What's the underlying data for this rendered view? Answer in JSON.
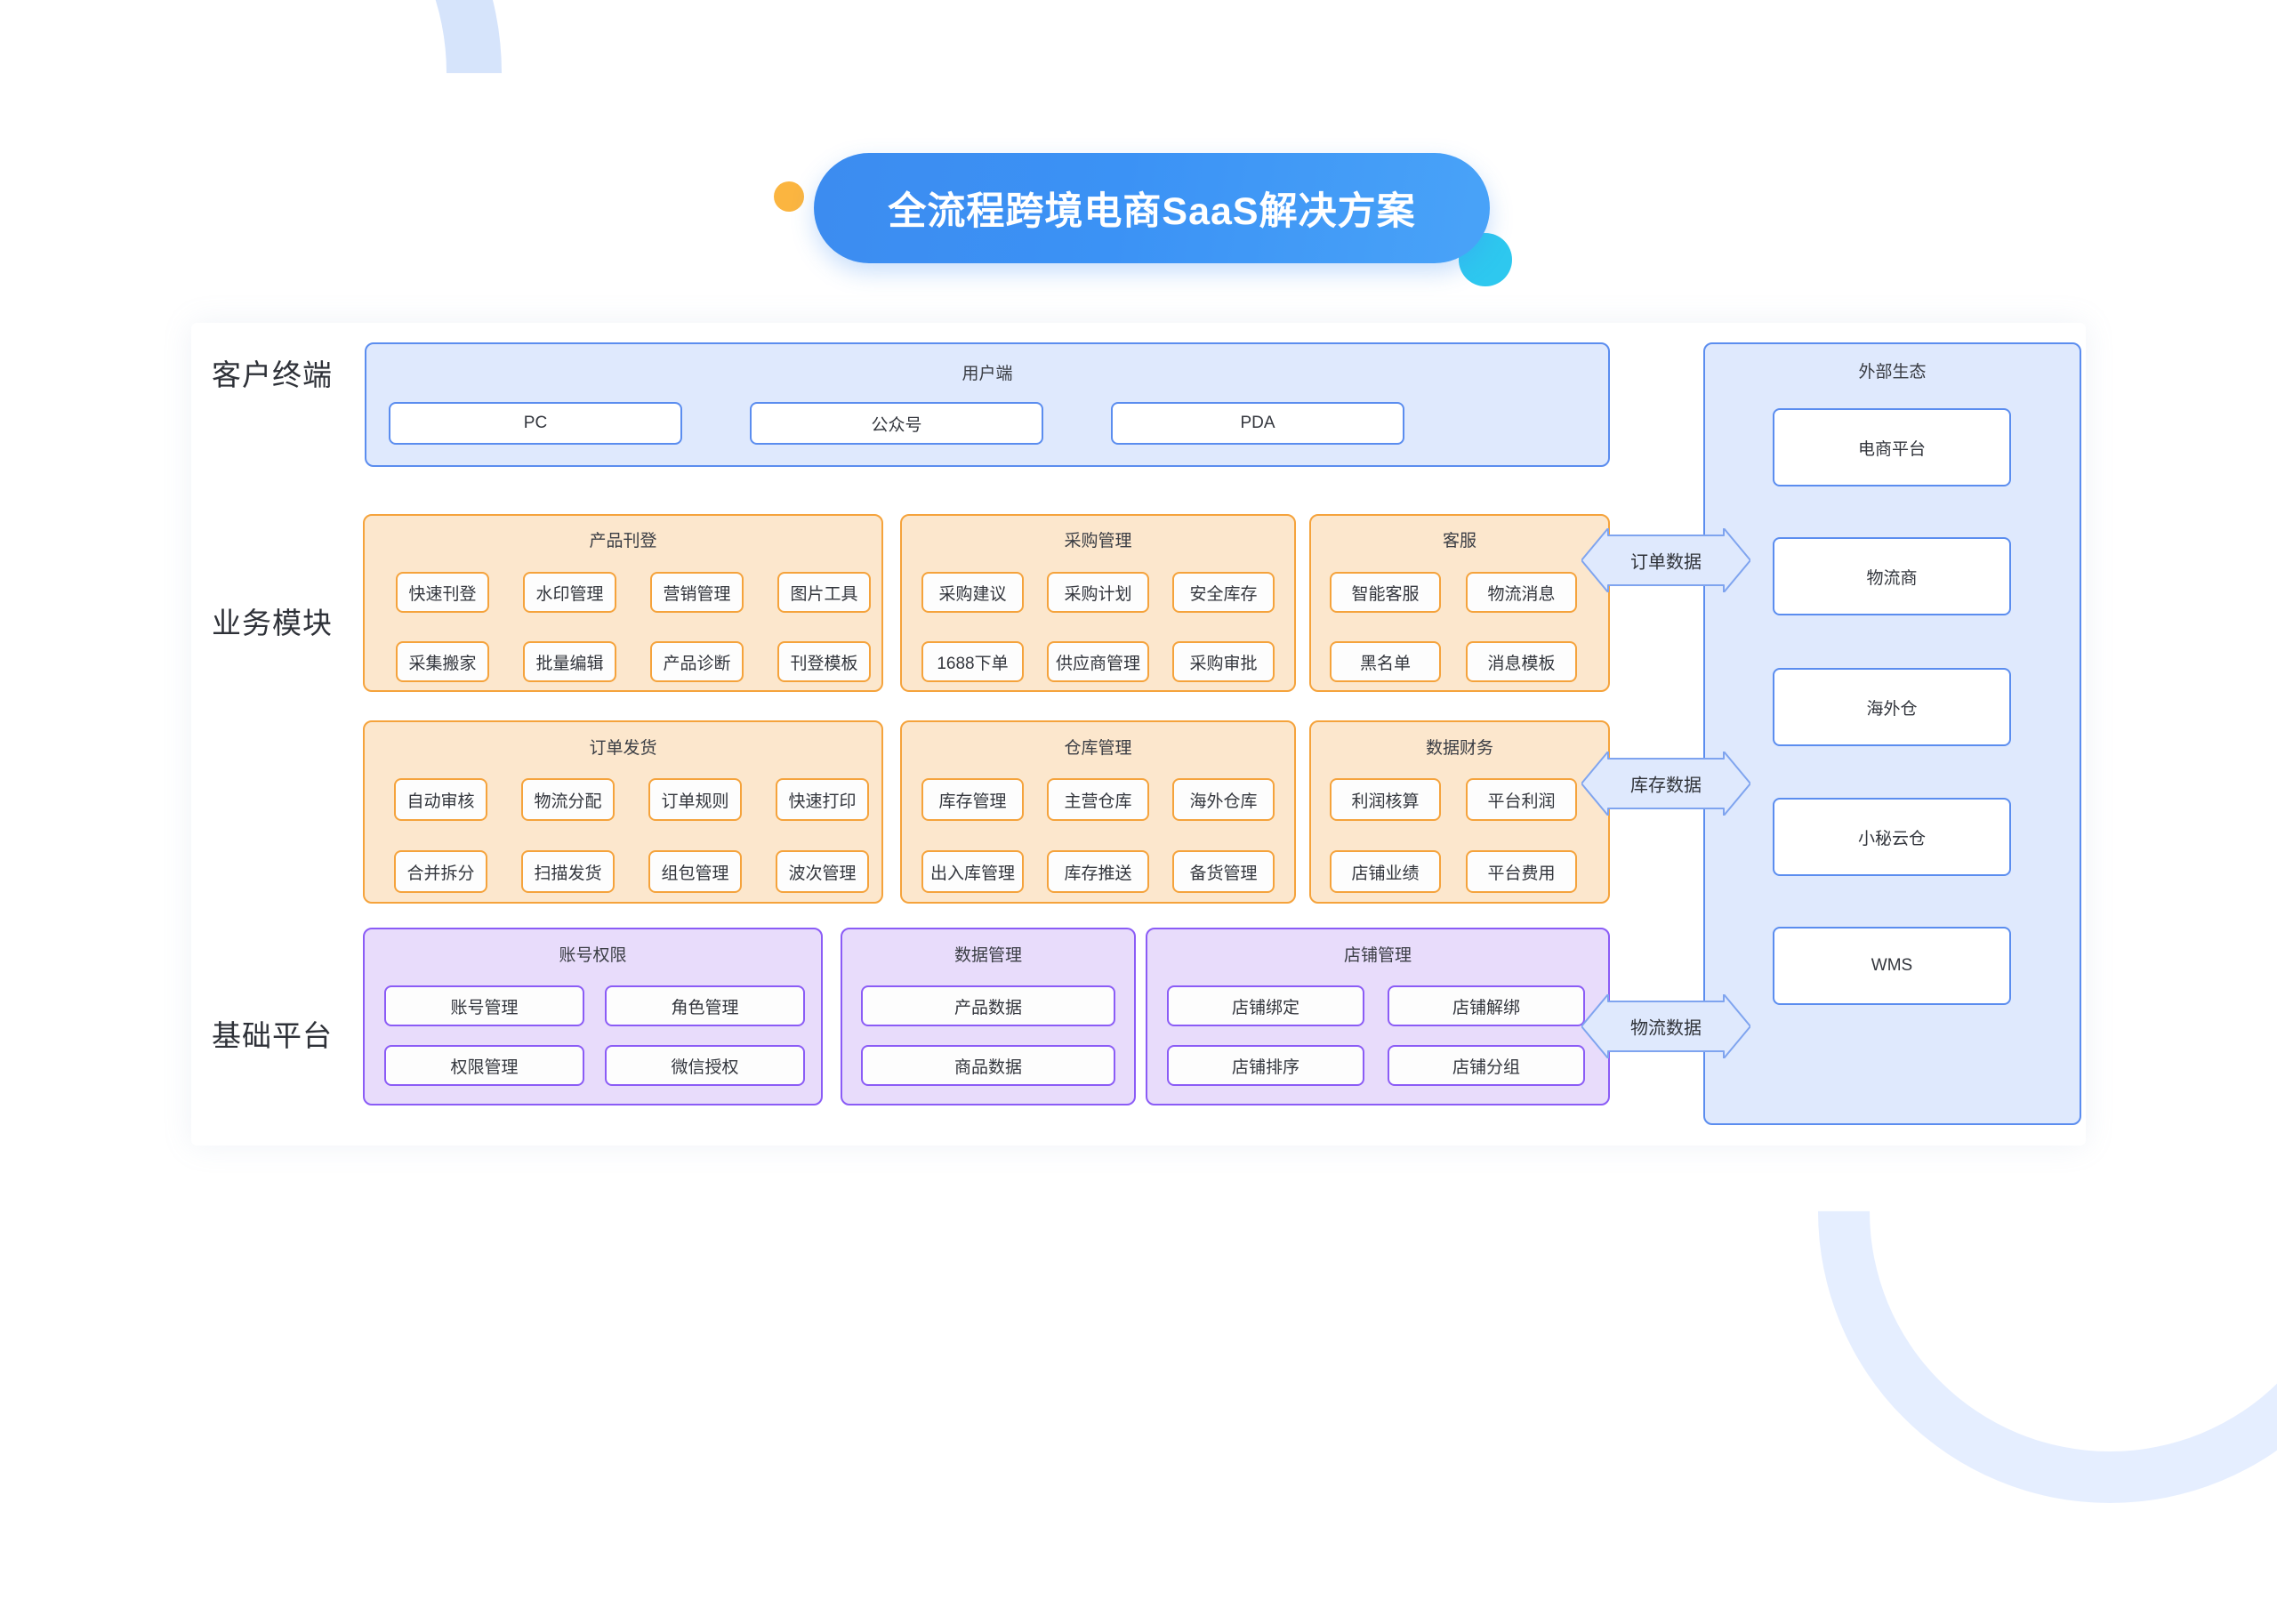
{
  "banner": {
    "title": "全流程跨境电商SaaS解决方案"
  },
  "rows": {
    "client_label": "客户终端",
    "business_label": "业务模块",
    "foundation_label": "基础平台"
  },
  "client_terminal": {
    "title": "用户端",
    "items": [
      "PC",
      "公众号",
      "PDA"
    ]
  },
  "external_ecosystem": {
    "title": "外部生态",
    "items": [
      "电商平台",
      "物流商",
      "海外仓",
      "小秘云仓",
      "WMS"
    ]
  },
  "business_modules": [
    {
      "title": "产品刊登",
      "items": [
        "快速刊登",
        "水印管理",
        "营销管理",
        "图片工具",
        "采集搬家",
        "批量编辑",
        "产品诊断",
        "刊登模板"
      ]
    },
    {
      "title": "采购管理",
      "items": [
        "采购建议",
        "采购计划",
        "安全库存",
        "1688下单",
        "供应商管理",
        "采购审批"
      ]
    },
    {
      "title": "客服",
      "items": [
        "智能客服",
        "物流消息",
        "黑名单",
        "消息模板"
      ]
    },
    {
      "title": "订单发货",
      "items": [
        "自动审核",
        "物流分配",
        "订单规则",
        "快速打印",
        "合并拆分",
        "扫描发货",
        "组包管理",
        "波次管理"
      ]
    },
    {
      "title": "仓库管理",
      "items": [
        "库存管理",
        "主营仓库",
        "海外仓库",
        "出入库管理",
        "库存推送",
        "备货管理"
      ]
    },
    {
      "title": "数据财务",
      "items": [
        "利润核算",
        "平台利润",
        "店铺业绩",
        "平台费用"
      ]
    }
  ],
  "foundation_modules": [
    {
      "title": "账号权限",
      "items": [
        "账号管理",
        "角色管理",
        "权限管理",
        "微信授权"
      ]
    },
    {
      "title": "数据管理",
      "items": [
        "产品数据",
        "商品数据"
      ]
    },
    {
      "title": "店铺管理",
      "items": [
        "店铺绑定",
        "店铺解绑",
        "店铺排序",
        "店铺分组"
      ]
    }
  ],
  "connectors": [
    {
      "label": "订单数据"
    },
    {
      "label": "库存数据"
    },
    {
      "label": "物流数据"
    }
  ],
  "colors": {
    "banner_blue": "#3c8cf0",
    "accent_amber": "#fbb540",
    "accent_cyan": "#2ec8ef",
    "blue_border": "#5b8def",
    "blue_fill": "#dfe9fd",
    "orange_border": "#f5a33c",
    "orange_fill": "#fce7cd",
    "purple_border": "#8b5cf6",
    "purple_fill": "#e8dcfb"
  }
}
